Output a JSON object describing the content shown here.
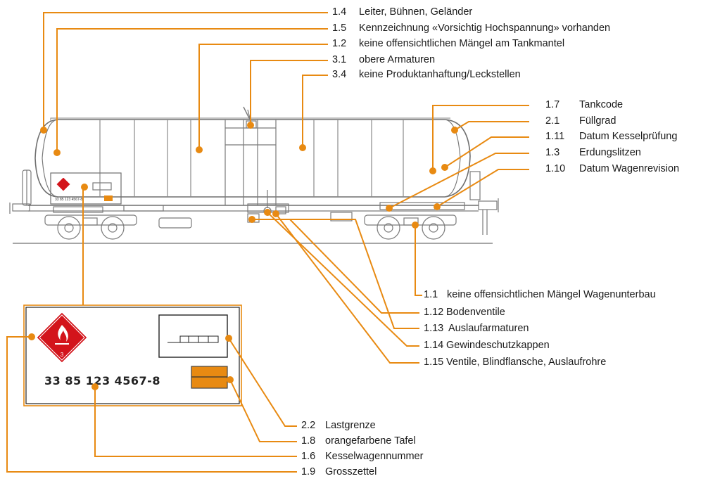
{
  "accent_color": "#E88A12",
  "labels": {
    "l1_4": {
      "num": "1.4",
      "text": "Leiter, Bühnen, Geländer"
    },
    "l1_5": {
      "num": "1.5",
      "text": "Kennzeichnung «Vorsichtig Hochspannung» vorhanden"
    },
    "l1_2": {
      "num": "1.2",
      "text": "keine offensichtlichen Mängel am Tankmantel"
    },
    "l3_1": {
      "num": "3.1",
      "text": "obere Armaturen"
    },
    "l3_4": {
      "num": "3.4",
      "text": "keine Produktanhaftung/Leckstellen"
    },
    "l1_7": {
      "num": "1.7",
      "text": "Tankcode"
    },
    "l2_1": {
      "num": "2.1",
      "text": "Füllgrad"
    },
    "l1_11": {
      "num": "1.11",
      "text": "Datum Kesselprüfung"
    },
    "l1_3": {
      "num": "1.3",
      "text": "Erdungslitzen"
    },
    "l1_10": {
      "num": "1.10",
      "text": "Datum Wagenrevision"
    },
    "l1_1": {
      "num": "1.1",
      "text": "keine offensichtlichen Mängel Wagenunterbau"
    },
    "l1_12": {
      "num": "1.12",
      "text": "Bodenventile"
    },
    "l1_13": {
      "num": "1.13",
      "text": "Auslaufarmaturen"
    },
    "l1_14": {
      "num": "1.14",
      "text": "Gewindeschutzkappen"
    },
    "l1_15": {
      "num": "1.15",
      "text": "Ventile, Blindflansche, Auslaufrohre"
    },
    "l2_2": {
      "num": "2.2",
      "text": "Lastgrenze"
    },
    "l1_8": {
      "num": "1.8",
      "text": "orangefarbene Tafel"
    },
    "l1_6": {
      "num": "1.6",
      "text": "Kesselwagennummer"
    },
    "l1_9": {
      "num": "1.9",
      "text": "Grosszettel"
    }
  },
  "placard": {
    "wagon_number": "33 85 123 4567-8",
    "small_wagon_number": "33 85 123 4567-8"
  }
}
